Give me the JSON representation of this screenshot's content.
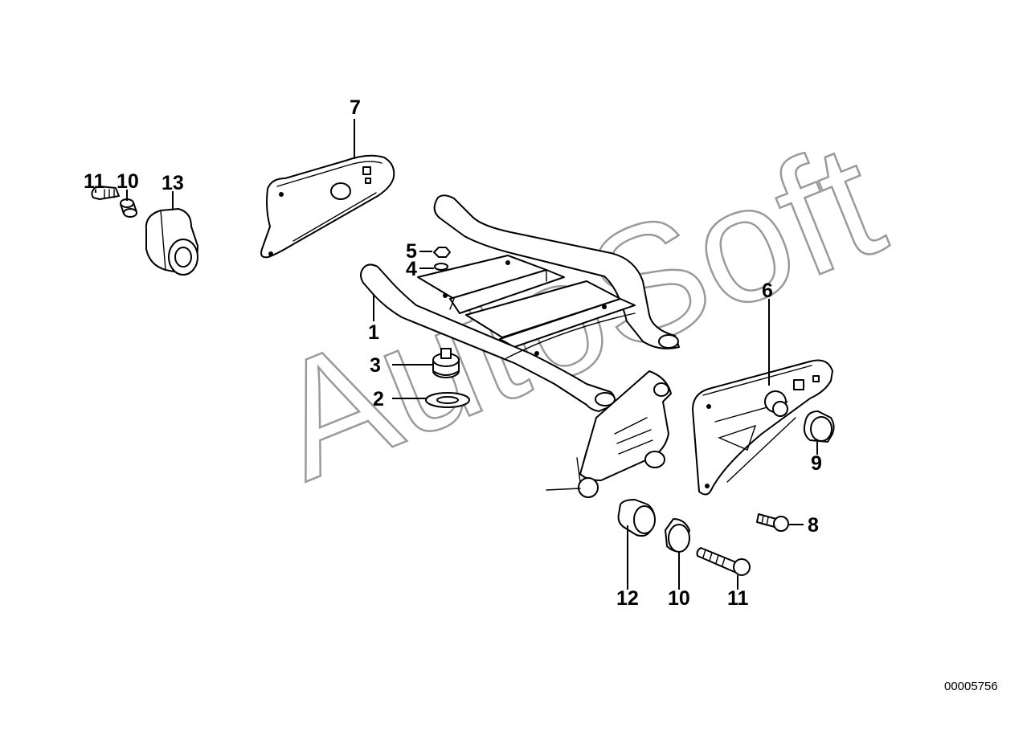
{
  "watermark": "AutoSoft",
  "document_number": "00005756",
  "labels": {
    "p1": "1",
    "p2": "2",
    "p3": "3",
    "p4": "4",
    "p5": "5",
    "p6": "6",
    "p7": "7",
    "p8": "8",
    "p9": "9",
    "p10a": "10",
    "p10b": "10",
    "p11a": "11",
    "p11b": "11",
    "p12": "12",
    "p13": "13"
  }
}
